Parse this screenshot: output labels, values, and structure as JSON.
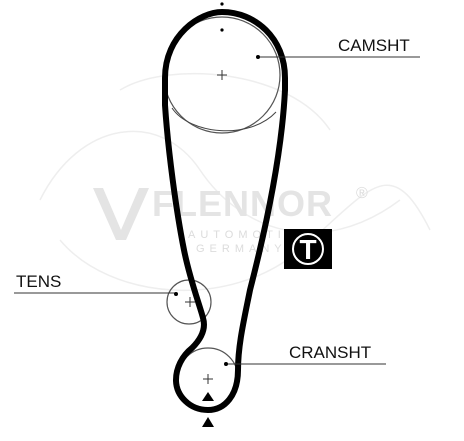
{
  "labels": {
    "camshaft": "CAMSHT",
    "tensioner": "TENS",
    "crankshaft": "CRANSHT"
  },
  "watermark": {
    "brand": "FLENNOR",
    "registered": "®",
    "line1": "AUTOMOTIVE",
    "line2": "GERMANY"
  },
  "badge": {
    "letter": "T"
  },
  "colors": {
    "belt": "#000000",
    "pulley_outline": "#555555",
    "watermark": "#e4e4e4"
  }
}
